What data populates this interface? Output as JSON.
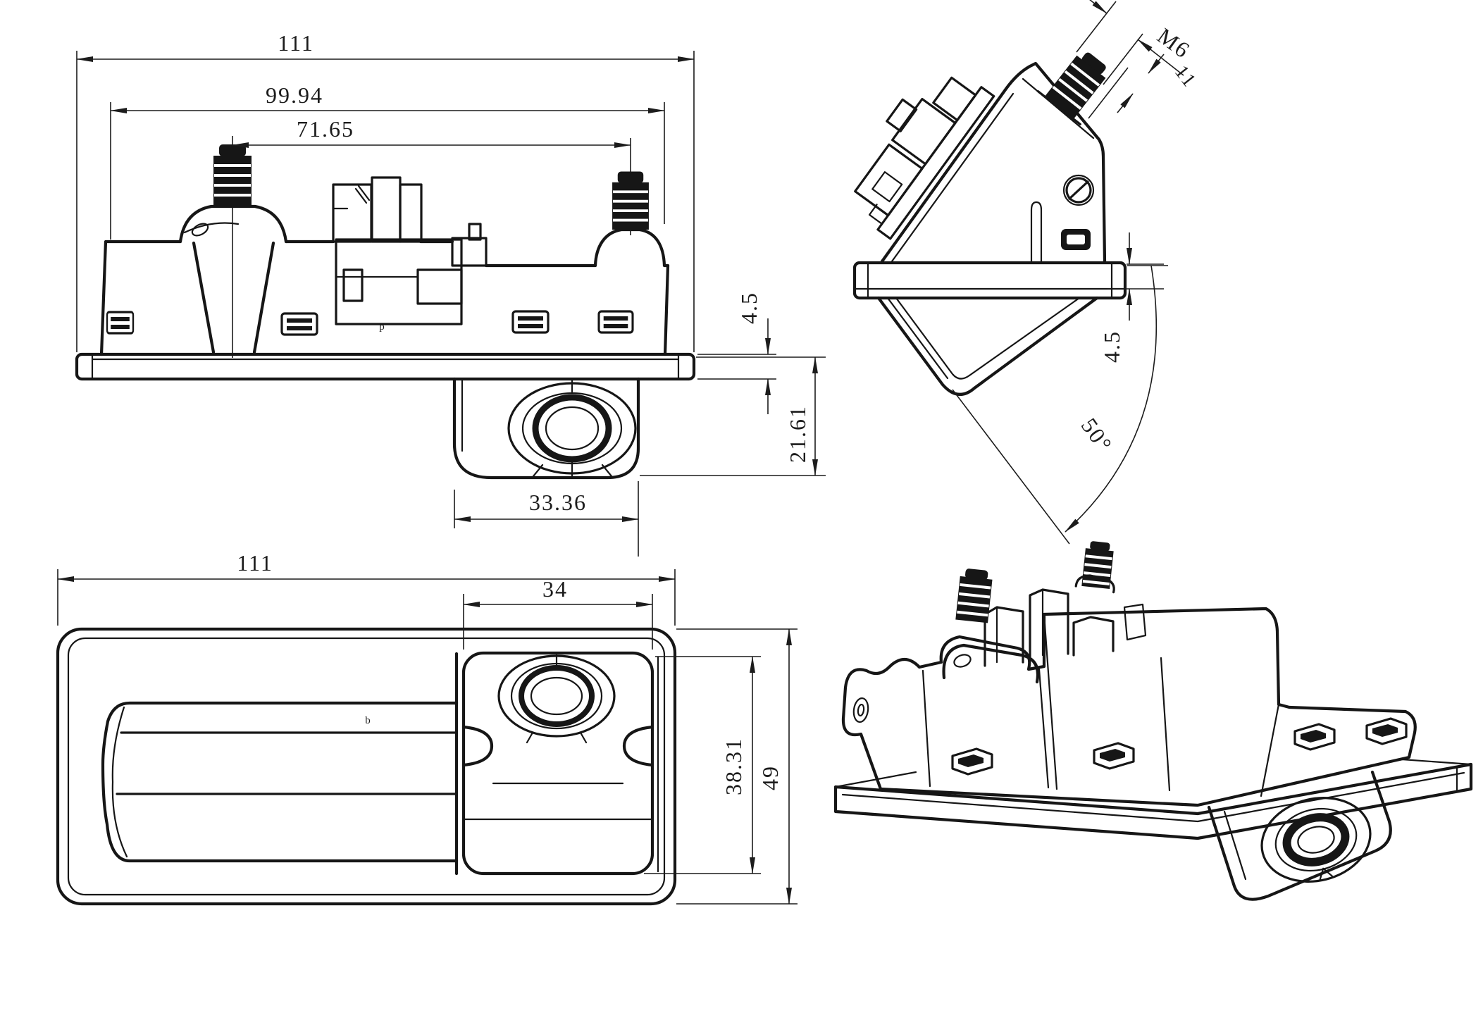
{
  "document": {
    "type": "engineering-drawing",
    "subject": "tailgate handle with integrated rear-view camera",
    "background_color": "#ffffff",
    "line_color": "#161616",
    "units": "mm"
  },
  "views": {
    "front": {
      "label": "front-elevation-view",
      "dims": {
        "overall_width": "111",
        "mounting_width": "99.94",
        "stud_spacing": "71.65",
        "flange_thickness": "4.5",
        "housing_depth": "21.61",
        "housing_width": "33.36"
      },
      "mark": "p"
    },
    "side": {
      "label": "side-view",
      "dims": {
        "thread_size": "M6",
        "thread_length": "11",
        "flange_thickness": "4.5",
        "camera_angle": "50°"
      }
    },
    "plan": {
      "label": "plan-view",
      "dims": {
        "overall_width": "111",
        "camera_pocket_width": "34",
        "camera_pocket_length": "38.31",
        "overall_depth": "49"
      },
      "mark": "b"
    },
    "isometric": {
      "label": "isometric-view"
    }
  }
}
